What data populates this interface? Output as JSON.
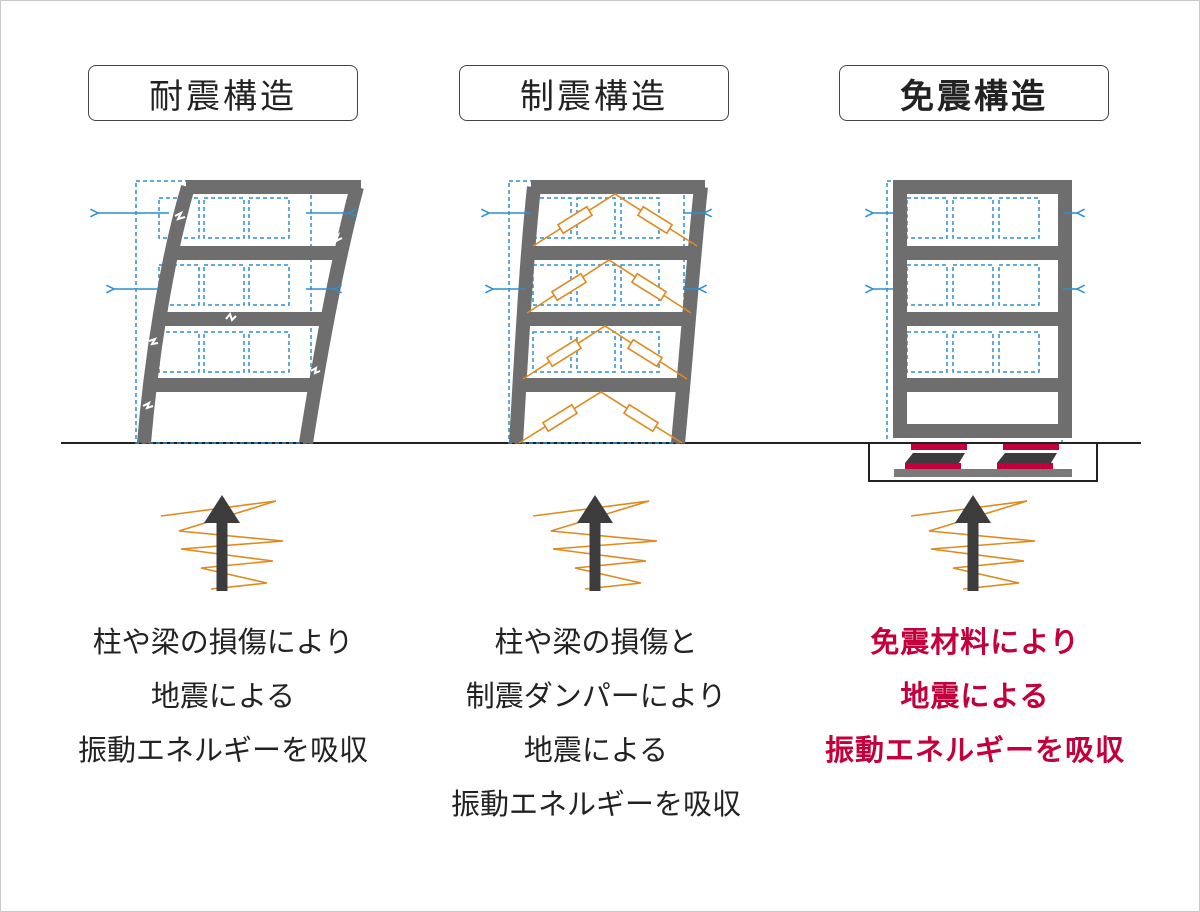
{
  "panels": [
    {
      "title": "耐震構造",
      "caption_lines": [
        "柱や梁の損傷により",
        "地震による",
        "振動エネルギーを吸収"
      ]
    },
    {
      "title": "制震構造",
      "caption_lines": [
        "柱や梁の損傷と",
        "制震ダンパーにより",
        "地震による",
        "振動エネルギーを吸収"
      ]
    },
    {
      "title": "免震構造",
      "caption_lines": [
        "免震材料により",
        "地震による",
        "振動エネルギーを吸収"
      ]
    }
  ],
  "colors": {
    "frame": "#6e6e6e",
    "guide": "#2c8fd0",
    "damper": "#e08a1e",
    "isolator": "#c4003c",
    "arrow": "#3c3c3c",
    "wave": "#e08a1e",
    "ground": "#222222"
  }
}
